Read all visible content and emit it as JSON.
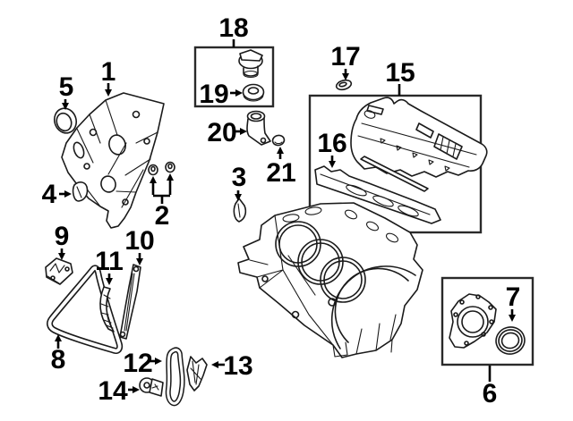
{
  "diagram": {
    "colors": {
      "background": "#ffffff",
      "line": "#1a1a1a",
      "label": "#000000"
    },
    "callouts": [
      {
        "id": "1",
        "label": "1"
      },
      {
        "id": "2",
        "label": "2"
      },
      {
        "id": "3",
        "label": "3"
      },
      {
        "id": "4",
        "label": "4"
      },
      {
        "id": "5",
        "label": "5"
      },
      {
        "id": "6",
        "label": "6"
      },
      {
        "id": "7",
        "label": "7"
      },
      {
        "id": "8",
        "label": "8"
      },
      {
        "id": "9",
        "label": "9"
      },
      {
        "id": "10",
        "label": "10"
      },
      {
        "id": "11",
        "label": "11"
      },
      {
        "id": "12",
        "label": "12"
      },
      {
        "id": "13",
        "label": "13"
      },
      {
        "id": "14",
        "label": "14"
      },
      {
        "id": "15",
        "label": "15"
      },
      {
        "id": "16",
        "label": "16"
      },
      {
        "id": "17",
        "label": "17"
      },
      {
        "id": "18",
        "label": "18"
      },
      {
        "id": "19",
        "label": "19"
      },
      {
        "id": "20",
        "label": "20"
      },
      {
        "id": "21",
        "label": "21"
      }
    ]
  }
}
